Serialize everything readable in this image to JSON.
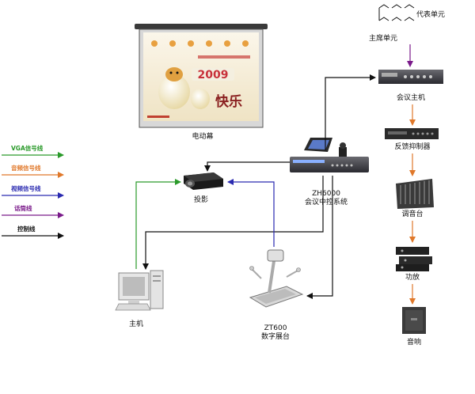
{
  "legend": [
    {
      "label": "VGA信号线",
      "color": "#2a9a2a"
    },
    {
      "label": "音频信号线",
      "color": "#e0782a"
    },
    {
      "label": "视频信号线",
      "color": "#2a2ab0"
    },
    {
      "label": "话筒线",
      "color": "#7a1a8a"
    },
    {
      "label": "控制线",
      "color": "#111111"
    }
  ],
  "devices": {
    "screen": "电动幕",
    "projector": "投影",
    "controller_model": "ZH6000",
    "controller_name": "会议中控系统",
    "host_pc": "主机",
    "presenter_model": "ZT600",
    "presenter_name": "数字展台",
    "delegate_unit": "代表单元",
    "chairman_unit": "主席单元",
    "conference_host": "会议主机",
    "feedback_suppressor": "反馈抑制器",
    "mixer": "调音台",
    "amplifier": "功放",
    "speaker": "音响"
  },
  "screen_content": {
    "year": "2009",
    "greeting": "快乐"
  }
}
